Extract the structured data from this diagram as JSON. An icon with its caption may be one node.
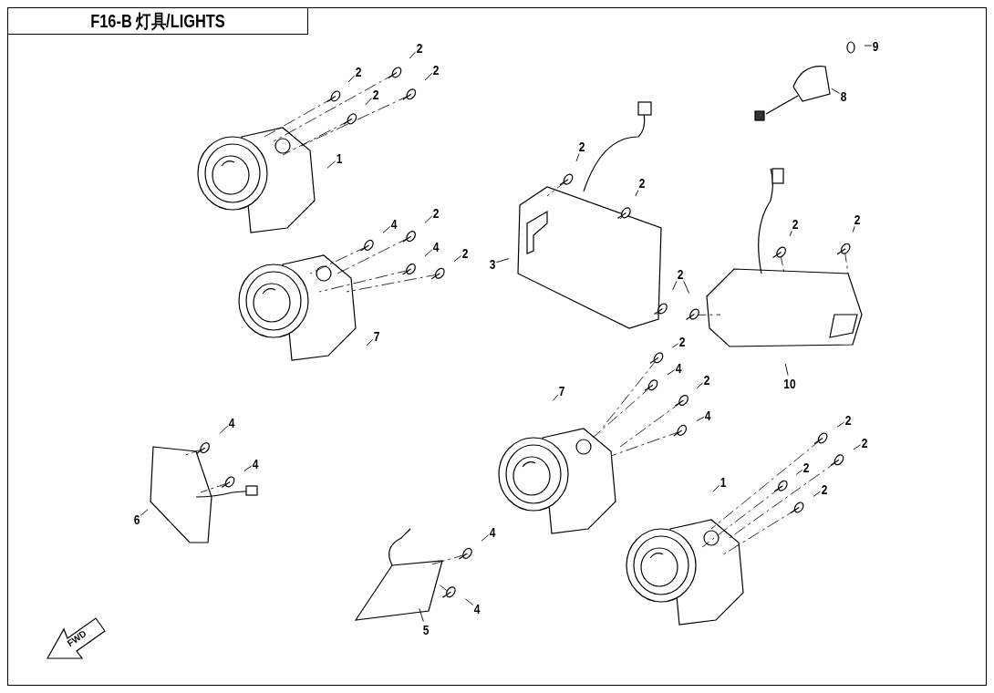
{
  "diagram": {
    "nodes": [
      {
        "text": [
          "F16-B 灯具/LIGHTS"
        ]
      },
      {
        "text": [
          "2"
        ]
      },
      {
        "text": [
          "2"
        ]
      },
      {
        "text": [
          "2"
        ]
      },
      {
        "text": [
          "2"
        ]
      },
      {
        "text": [
          "1"
        ]
      },
      {
        "text": [
          "4"
        ]
      },
      {
        "text": [
          "2"
        ]
      },
      {
        "text": [
          "4"
        ]
      },
      {
        "text": [
          "2"
        ]
      },
      {
        "text": [
          "7"
        ]
      },
      {
        "text": [
          "3"
        ]
      },
      {
        "text": [
          "2"
        ]
      },
      {
        "text": [
          "2"
        ]
      },
      {
        "text": [
          "2"
        ]
      },
      {
        "text": [
          "2"
        ]
      },
      {
        "text": [
          "2"
        ]
      },
      {
        "text": [
          "10"
        ]
      },
      {
        "text": [
          "9"
        ]
      },
      {
        "text": [
          "8"
        ]
      },
      {
        "text": [
          "2"
        ]
      },
      {
        "text": [
          "4"
        ]
      },
      {
        "text": [
          "2"
        ]
      },
      {
        "text": [
          "7"
        ]
      },
      {
        "text": [
          "4"
        ]
      },
      {
        "text": [
          "2"
        ]
      },
      {
        "text": [
          "2"
        ]
      },
      {
        "text": [
          "2"
        ]
      },
      {
        "text": [
          "1"
        ]
      },
      {
        "text": [
          "2"
        ]
      },
      {
        "text": [
          "4"
        ]
      },
      {
        "text": [
          "4"
        ]
      },
      {
        "text": [
          "6"
        ]
      },
      {
        "text": [
          "4"
        ]
      },
      {
        "text": [
          "4"
        ]
      },
      {
        "text": [
          "5"
        ]
      }
    ],
    "edges": [
      {
        "from": 1,
        "to": null,
        "arrow": "none"
      },
      {
        "from": 2,
        "to": null,
        "arrow": "none"
      },
      {
        "from": 3,
        "to": null,
        "arrow": "none"
      },
      {
        "from": 4,
        "to": null,
        "arrow": "none"
      },
      {
        "from": 5,
        "to": null,
        "arrow": "none"
      },
      {
        "from": 6,
        "to": null,
        "arrow": "none"
      },
      {
        "from": 7,
        "to": null,
        "arrow": "none"
      },
      {
        "from": 8,
        "to": null,
        "arrow": "none"
      },
      {
        "from": 9,
        "to": null,
        "arrow": "none"
      },
      {
        "from": 10,
        "to": null,
        "arrow": "none"
      },
      {
        "from": 11,
        "to": null,
        "arrow": "none"
      },
      {
        "from": 12,
        "to": null,
        "arrow": "none"
      },
      {
        "from": 13,
        "to": null,
        "arrow": "none"
      },
      {
        "from": 14,
        "to": null,
        "arrow": "none"
      },
      {
        "from": 15,
        "to": null,
        "arrow": "none"
      },
      {
        "from": 16,
        "to": null,
        "arrow": "none"
      },
      {
        "from": 16,
        "to": null,
        "arrow": "none"
      },
      {
        "from": 17,
        "to": null,
        "arrow": "none"
      },
      {
        "from": 18,
        "to": null,
        "arrow": "none"
      },
      {
        "from": 19,
        "to": null,
        "arrow": "none"
      },
      {
        "from": 20,
        "to": null,
        "arrow": "none"
      },
      {
        "from": 21,
        "to": null,
        "arrow": "none"
      },
      {
        "from": 22,
        "to": null,
        "arrow": "none"
      },
      {
        "from": 23,
        "to": null,
        "arrow": "none"
      },
      {
        "from": 24,
        "to": null,
        "arrow": "none"
      },
      {
        "from": 25,
        "to": null,
        "arrow": "none"
      },
      {
        "from": 26,
        "to": null,
        "arrow": "none"
      },
      {
        "from": 27,
        "to": null,
        "arrow": "none"
      },
      {
        "from": 28,
        "to": null,
        "arrow": "none"
      },
      {
        "from": 29,
        "to": null,
        "arrow": "none"
      },
      {
        "from": 30,
        "to": null,
        "arrow": "none"
      },
      {
        "from": 31,
        "to": null,
        "arrow": "none"
      },
      {
        "from": 32,
        "to": null,
        "arrow": "none"
      },
      {
        "from": 33,
        "to": null,
        "arrow": "none"
      },
      {
        "from": 34,
        "to": null,
        "arrow": "none"
      },
      {
        "from": 35,
        "to": null,
        "arrow": "none"
      }
    ],
    "labels": [
      "FWD"
    ]
  }
}
